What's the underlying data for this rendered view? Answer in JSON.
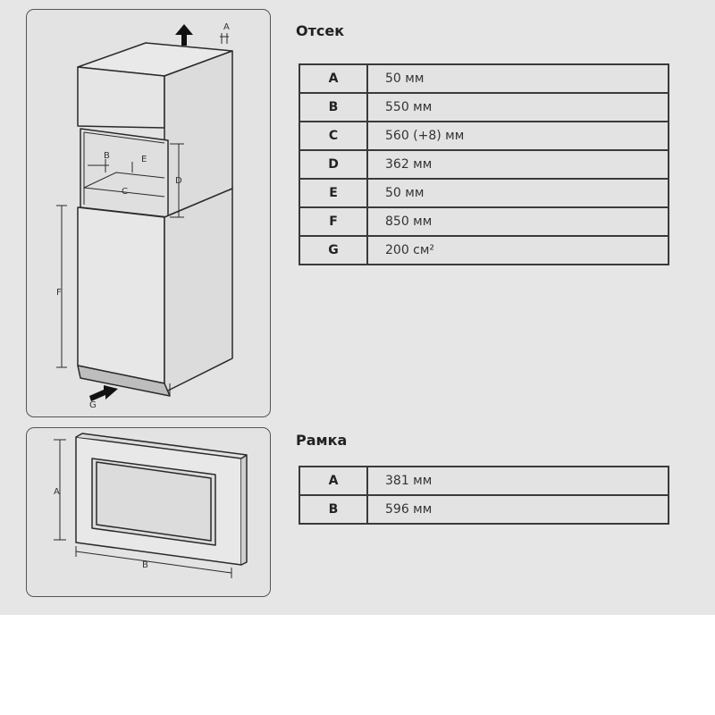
{
  "compartment": {
    "title": "Отсек",
    "rows": [
      {
        "key": "A",
        "value": "50 мм"
      },
      {
        "key": "B",
        "value": "550 мм"
      },
      {
        "key": "C",
        "value": "560 (+8) мм"
      },
      {
        "key": "D",
        "value": "362 мм"
      },
      {
        "key": "E",
        "value": "50 мм"
      },
      {
        "key": "F",
        "value": "850 мм"
      },
      {
        "key": "G",
        "value": "200 см²"
      }
    ],
    "diagram_labels": {
      "a": "A",
      "b": "B",
      "c": "C",
      "d": "D",
      "e": "E",
      "f": "F",
      "g": "G"
    }
  },
  "frame": {
    "title": "Рамка",
    "rows": [
      {
        "key": "A",
        "value": "381 мм"
      },
      {
        "key": "B",
        "value": "596 мм"
      }
    ],
    "diagram_labels": {
      "a": "A",
      "b": "B"
    }
  }
}
